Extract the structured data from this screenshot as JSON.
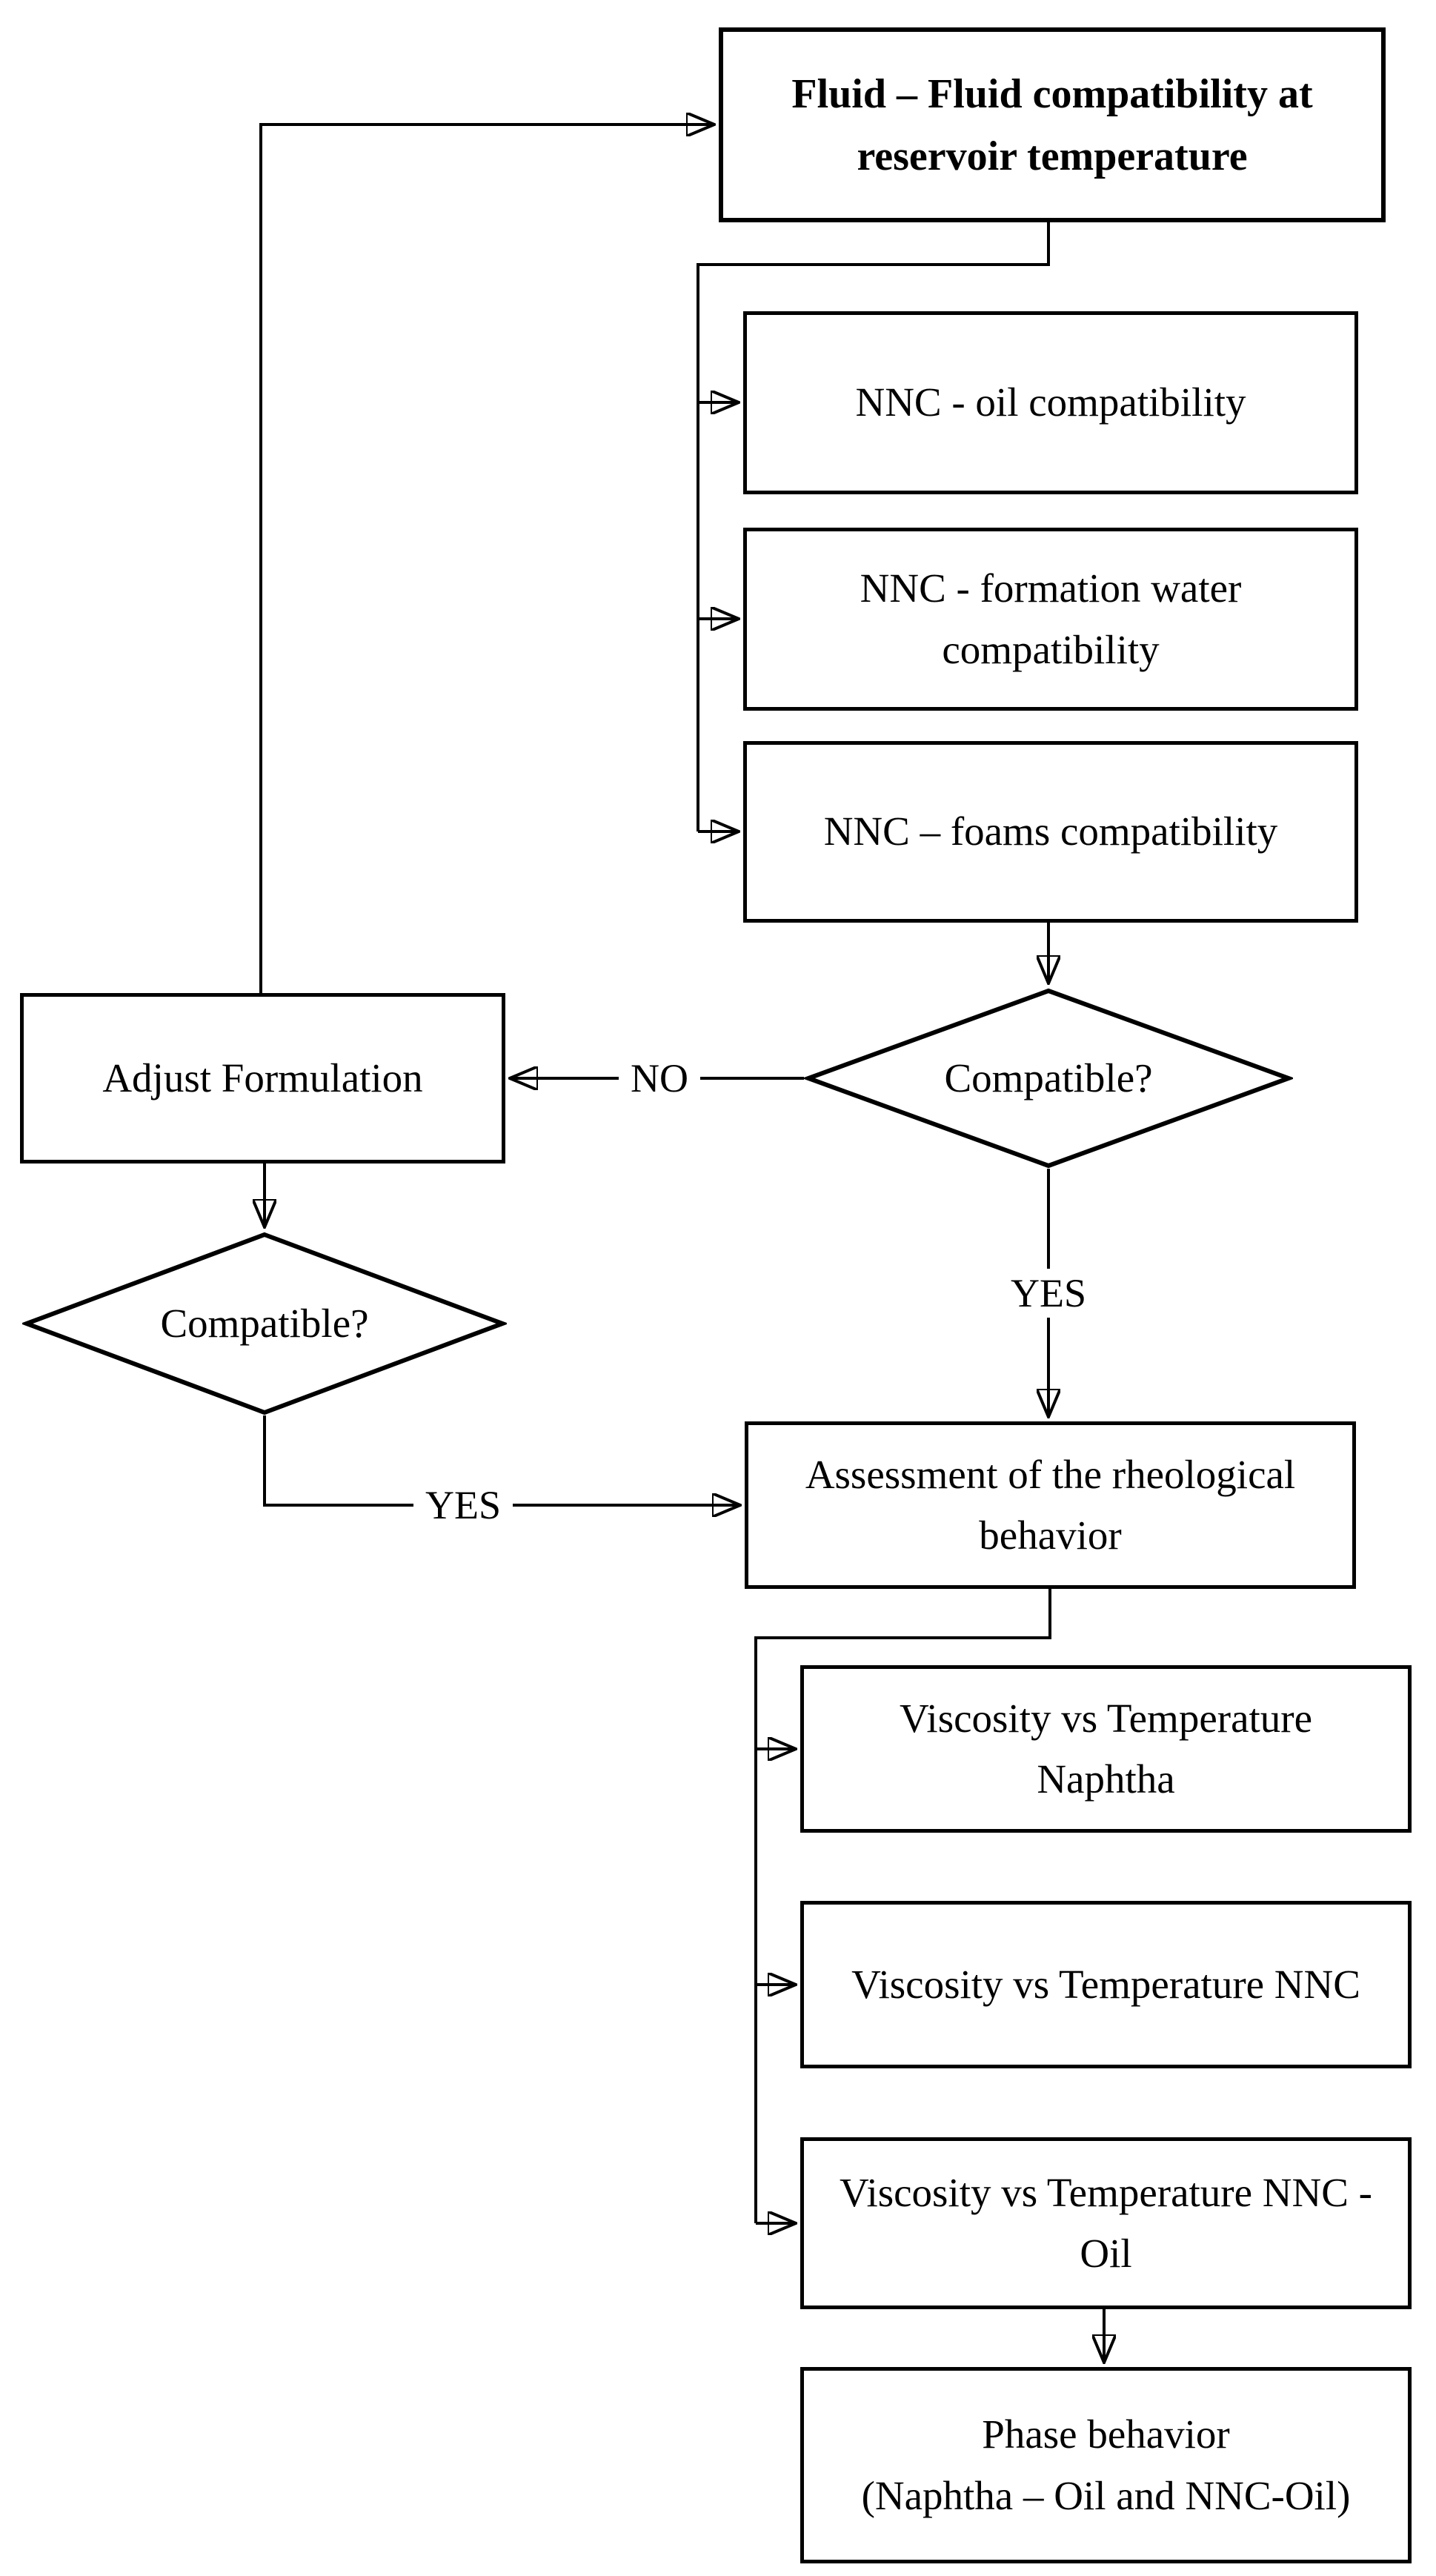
{
  "diagram": {
    "title": "Fluid compatibility workflow flowchart",
    "colors": {
      "stroke": "#000000",
      "background": "#ffffff"
    },
    "nodes": {
      "fluid_fluid": {
        "label": "Fluid – Fluid compatibility at\nreservoir temperature"
      },
      "nnc_oil": {
        "label": "NNC - oil compatibility"
      },
      "nnc_formation_water": {
        "label": "NNC - formation water\ncompatibility"
      },
      "nnc_foams": {
        "label": "NNC – foams compatibility"
      },
      "compatible_right": {
        "label": "Compatible?"
      },
      "adjust_formulation": {
        "label": "Adjust Formulation"
      },
      "compatible_left": {
        "label": "Compatible?"
      },
      "assessment": {
        "label": "Assessment of the rheological\nbehavior"
      },
      "visc_naphtha": {
        "label": "Viscosity vs Temperature\nNaphtha"
      },
      "visc_nnc": {
        "label": "Viscosity vs Temperature NNC"
      },
      "visc_nnc_oil": {
        "label": "Viscosity vs Temperature NNC -\nOil"
      },
      "phase_behavior": {
        "label": "Phase behavior\n(Naphtha – Oil and NNC-Oil)"
      }
    },
    "edge_labels": {
      "no": "NO",
      "yes_right": "YES",
      "yes_left": "YES"
    }
  }
}
